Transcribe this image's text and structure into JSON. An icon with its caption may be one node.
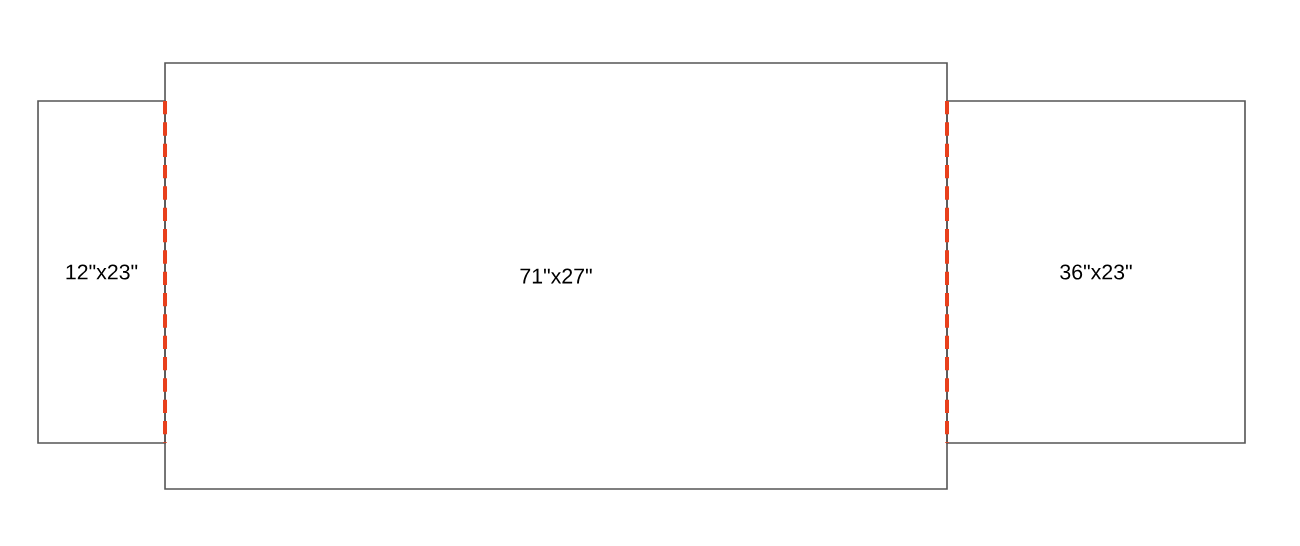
{
  "diagram": {
    "nodes": [
      {
        "text": [
          "12\"x23\""
        ]
      },
      {
        "text": [
          "71\"x27\""
        ]
      },
      {
        "text": [
          "36\"x23\""
        ]
      }
    ]
  }
}
